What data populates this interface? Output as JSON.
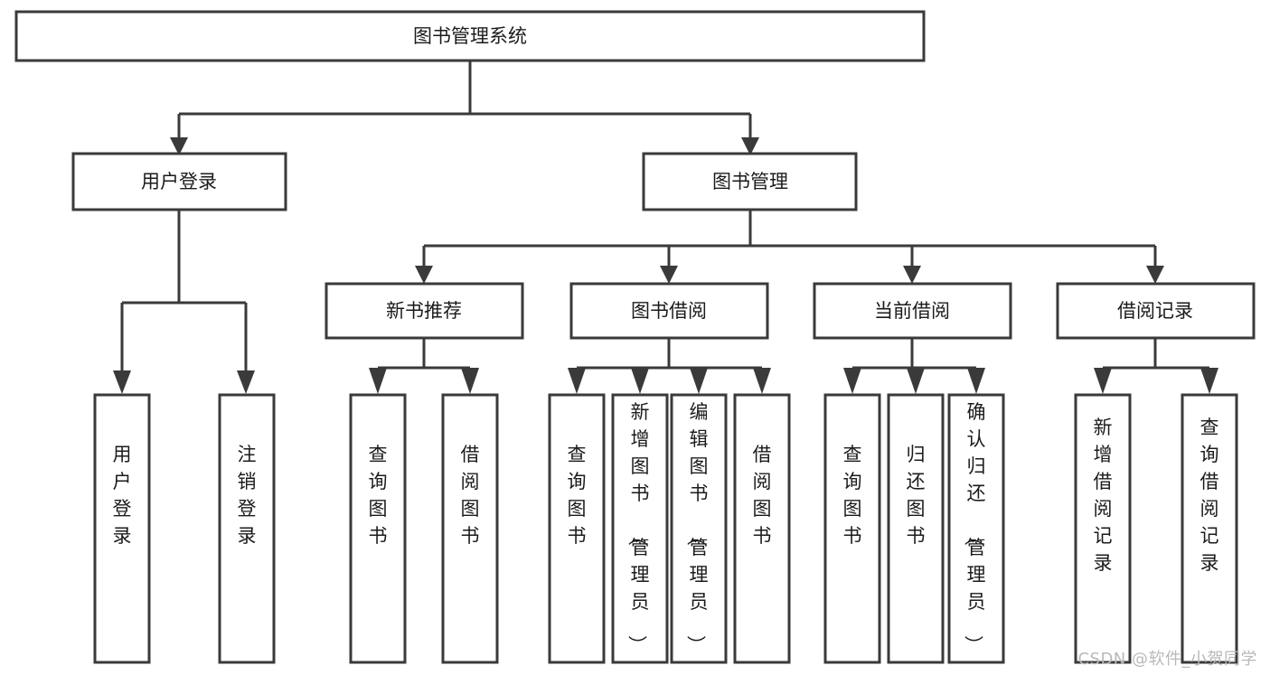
{
  "diagram": {
    "type": "tree",
    "title": "图书管理系统",
    "root": {
      "id": "root",
      "label": "图书管理系统",
      "orientation": "horizontal"
    },
    "level2": [
      {
        "id": "user-login",
        "label": "用户登录",
        "orientation": "horizontal"
      },
      {
        "id": "book-manage",
        "label": "图书管理",
        "orientation": "horizontal"
      }
    ],
    "level3": [
      {
        "id": "new-book-recommend",
        "label": "新书推荐",
        "orientation": "horizontal",
        "parent": "book-manage"
      },
      {
        "id": "book-borrow",
        "label": "图书借阅",
        "orientation": "horizontal",
        "parent": "book-manage"
      },
      {
        "id": "current-borrow",
        "label": "当前借阅",
        "orientation": "horizontal",
        "parent": "book-manage"
      },
      {
        "id": "borrow-record",
        "label": "借阅记录",
        "orientation": "horizontal",
        "parent": "book-manage"
      }
    ],
    "leaves": [
      {
        "id": "leaf-user-login",
        "label": "用户登录",
        "orientation": "vertical",
        "parent": "user-login"
      },
      {
        "id": "leaf-user-logout",
        "label": "注销登录",
        "orientation": "vertical",
        "parent": "user-login"
      },
      {
        "id": "leaf-query-book-1",
        "label": "查询图书",
        "orientation": "vertical",
        "parent": "new-book-recommend"
      },
      {
        "id": "leaf-borrow-book-1",
        "label": "借阅图书",
        "orientation": "vertical",
        "parent": "new-book-recommend"
      },
      {
        "id": "leaf-query-book-2",
        "label": "查询图书",
        "orientation": "vertical",
        "parent": "book-borrow"
      },
      {
        "id": "leaf-add-book",
        "label": "新增图书（管理员）",
        "orientation": "vertical",
        "parent": "book-borrow"
      },
      {
        "id": "leaf-edit-book",
        "label": "编辑图书（管理员）",
        "orientation": "vertical",
        "parent": "book-borrow"
      },
      {
        "id": "leaf-borrow-book-2",
        "label": "借阅图书",
        "orientation": "vertical",
        "parent": "book-borrow"
      },
      {
        "id": "leaf-query-book-3",
        "label": "查询图书",
        "orientation": "vertical",
        "parent": "current-borrow"
      },
      {
        "id": "leaf-return-book",
        "label": "归还图书",
        "orientation": "vertical",
        "parent": "current-borrow"
      },
      {
        "id": "leaf-confirm-return",
        "label": "确认归还（管理员）",
        "orientation": "vertical",
        "parent": "current-borrow"
      },
      {
        "id": "leaf-add-record",
        "label": "新增借阅记录",
        "orientation": "vertical",
        "parent": "borrow-record"
      },
      {
        "id": "leaf-query-record",
        "label": "查询借阅记录",
        "orientation": "vertical",
        "parent": "borrow-record"
      }
    ],
    "colors": {
      "box_stroke": "#3a3a3a",
      "box_fill": "#ffffff",
      "text": "#1b1b1b",
      "background": "#ffffff",
      "watermark": "#b9b9b9"
    }
  },
  "watermark": {
    "text": "CSDN @软件_小贺同学"
  }
}
